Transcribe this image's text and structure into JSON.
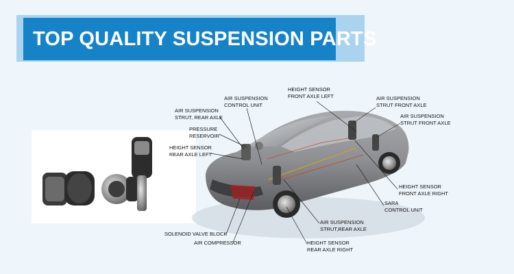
{
  "banner": {
    "title": "TOP QUALITY SUSPENSION PARTS"
  },
  "labels": {
    "air_susp_control_unit": "AIR SUSPENSION\nCONTROL UNIT",
    "height_sensor_front_left": "HEIGHT SENSOR\nFRONT AXLE LEFT",
    "air_susp_strut_front_axle_1": "AIR SUSPENSION\nSTRUT FRONT AXLE",
    "air_susp_strut_front_axle_2": "AIR SUSPENSION\nSTRUT FRONT AXLE",
    "air_susp_strut_rear_axle_left": "AIR SUSPENSION\nSTRUT, REAR AXLE",
    "pressure_reservoir": "PRESSURE\nRESERVOIR",
    "height_sensor_rear_left": "HEIGHT SENSOR\nREAR AXLE LEFT",
    "height_sensor_front_right": "HEIGHT SENSOR\nFRONT AXLE RIGHT",
    "sara_control_unit": "SARA\nCONTROL UNIT",
    "air_susp_strut_rear_axle_right": "AIR SUSPENSION\nSTRUT,REAR AXLE",
    "solenoid_valve_block": "SOLENOID VALVE BLOCK",
    "air_compressor": "AIR COMPRESSOR",
    "height_sensor_rear_right": "HEIGHT SENSOR\nREAR AXLE RIGHT"
  }
}
